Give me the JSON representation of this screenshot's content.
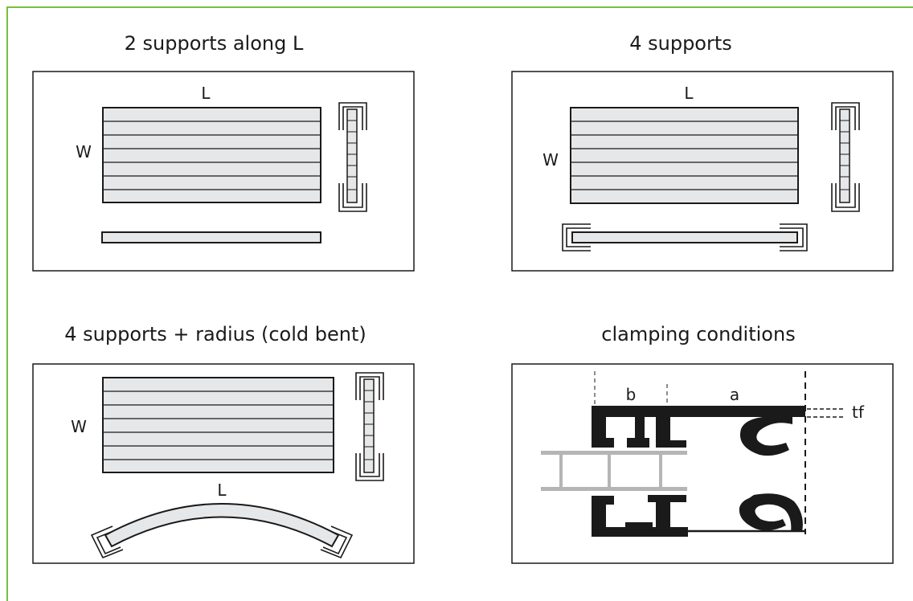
{
  "panels": {
    "p1": {
      "title": "2 supports along L",
      "L": "L",
      "W": "W"
    },
    "p2": {
      "title": "4 supports",
      "L": "L",
      "W": "W"
    },
    "p3": {
      "title": "4 supports + radius (cold bent)",
      "L": "L",
      "W": "W"
    },
    "p4": {
      "title": "clamping conditions",
      "b": "b",
      "a": "a",
      "tf": "tf"
    }
  },
  "colors": {
    "frame": "#76c043",
    "glass_fill": "#e6e7e9",
    "grey_frame": "#b5b5b5",
    "ink": "#1a1a1a"
  }
}
